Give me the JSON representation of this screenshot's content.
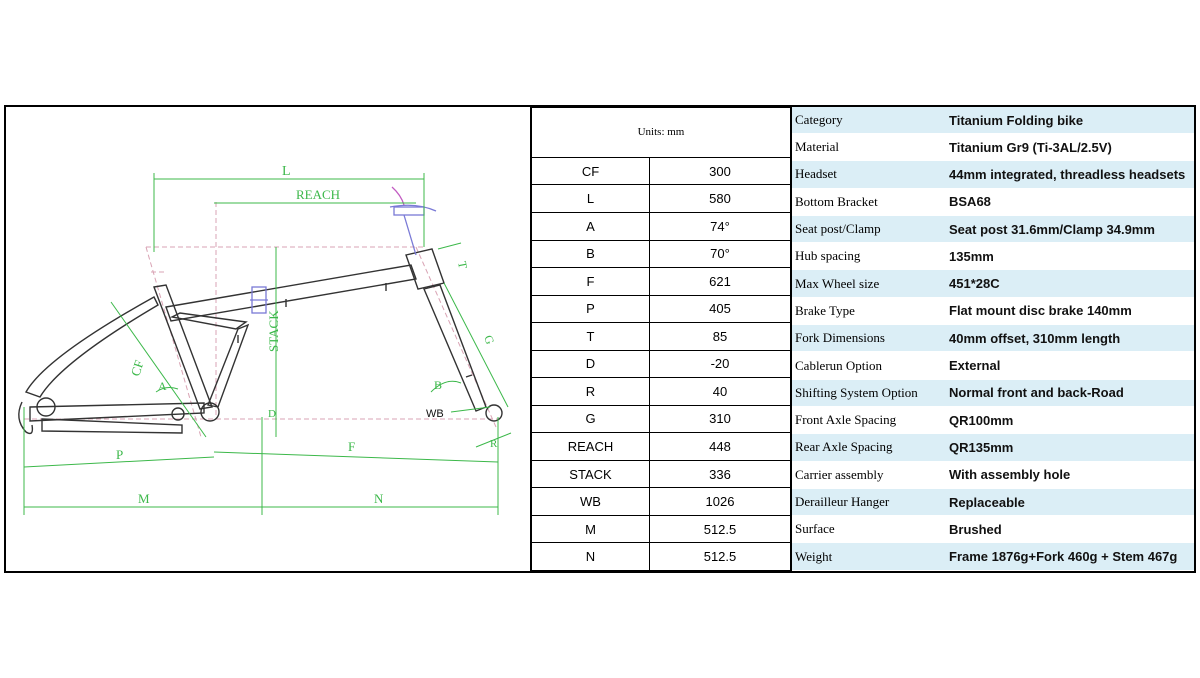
{
  "drawing": {
    "labels": {
      "L": "L",
      "REACH": "REACH",
      "STACK": "STACK",
      "CF": "CF",
      "A": "A",
      "B": "B",
      "T": "T",
      "G": "G",
      "D": "D",
      "P": "P",
      "F": "F",
      "M": "M",
      "N": "N",
      "R": "R",
      "WB": "WB"
    },
    "colors": {
      "dimension": "#3cb84a",
      "construction": "#d9a3b4",
      "frame": "#333333",
      "seat": "#7a7ad6"
    }
  },
  "geometry": {
    "units": "Units:  mm",
    "rows": [
      {
        "label": "CF",
        "value": "300"
      },
      {
        "label": "L",
        "value": "580"
      },
      {
        "label": "A",
        "value": "74°"
      },
      {
        "label": "B",
        "value": "70°"
      },
      {
        "label": "F",
        "value": "621"
      },
      {
        "label": "P",
        "value": "405"
      },
      {
        "label": "T",
        "value": "85"
      },
      {
        "label": "D",
        "value": "-20"
      },
      {
        "label": "R",
        "value": "40"
      },
      {
        "label": "G",
        "value": "310"
      },
      {
        "label": "REACH",
        "value": "448"
      },
      {
        "label": "STACK",
        "value": "336"
      },
      {
        "label": "WB",
        "value": "1026"
      },
      {
        "label": "M",
        "value": "512.5"
      },
      {
        "label": "N",
        "value": "512.5"
      }
    ]
  },
  "specs": {
    "row_color": "#dbeef6",
    "rows": [
      {
        "key": "Category",
        "value": "Titanium Folding bike"
      },
      {
        "key": "Material",
        "value": "Titanium Gr9 (Ti-3AL/2.5V)"
      },
      {
        "key": "Headset",
        "value": "44mm integrated, threadless headsets"
      },
      {
        "key": "Bottom Bracket",
        "value": "BSA68"
      },
      {
        "key": "Seat post/Clamp",
        "value": "Seat post 31.6mm/Clamp 34.9mm"
      },
      {
        "key": "Hub spacing",
        "value": "135mm"
      },
      {
        "key": "Max Wheel size",
        "value": "451*28C"
      },
      {
        "key": "Brake Type",
        "value": "Flat mount disc brake 140mm"
      },
      {
        "key": " Fork Dimensions",
        "value": "40mm offset, 310mm length"
      },
      {
        "key": "Cablerun Option",
        "value": "External"
      },
      {
        "key": "Shifting System Option",
        "value": "Normal front and back-Road"
      },
      {
        "key": "Front Axle Spacing",
        "value": "QR100mm"
      },
      {
        "key": "Rear Axle Spacing",
        "value": "QR135mm"
      },
      {
        "key": "Carrier assembly",
        "value": "With assembly hole"
      },
      {
        "key": "Derailleur Hanger",
        "value": "Replaceable"
      },
      {
        "key": "Surface",
        "value": "Brushed"
      },
      {
        "key": "Weight",
        "value": "Frame 1876g+Fork 460g + Stem 467g"
      }
    ]
  }
}
